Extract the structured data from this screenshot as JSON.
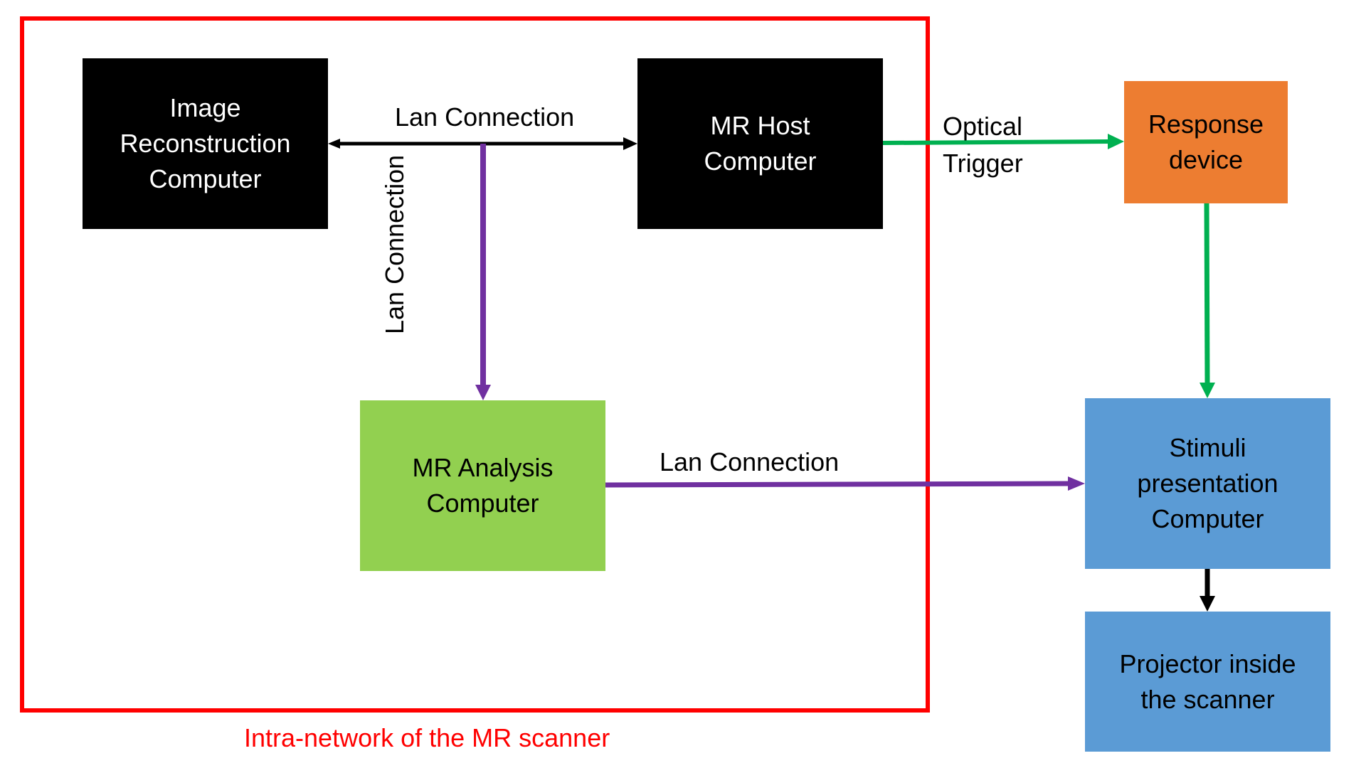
{
  "diagram": {
    "type": "block-diagram",
    "group": {
      "label": "Intra-network of the MR scanner",
      "color": "#ff0000",
      "contains": [
        "image_reconstruction_computer",
        "mr_host_computer",
        "mr_analysis_computer"
      ]
    },
    "nodes": {
      "image_reconstruction_computer": {
        "label": "Image\nReconstruction\nComputer",
        "fill": "#000000",
        "text_color": "#ffffff"
      },
      "mr_host_computer": {
        "label": "MR Host\nComputer",
        "fill": "#000000",
        "text_color": "#ffffff"
      },
      "mr_analysis_computer": {
        "label": "MR Analysis\nComputer",
        "fill": "#92d050",
        "text_color": "#000000"
      },
      "response_device": {
        "label": "Response\ndevice",
        "fill": "#ed7d31",
        "text_color": "#000000"
      },
      "stimuli_presentation_computer": {
        "label": "Stimuli\npresentation\nComputer",
        "fill": "#5b9bd5",
        "text_color": "#000000"
      },
      "projector_inside_scanner": {
        "label": "Projector inside\nthe scanner",
        "fill": "#5b9bd5",
        "text_color": "#000000"
      }
    },
    "edges": [
      {
        "from": "mr_host_computer",
        "to": "image_reconstruction_computer",
        "label": "Lan Connection",
        "color": "#000000",
        "bidirectional": true
      },
      {
        "from": "lan_bus",
        "to": "mr_analysis_computer",
        "label": "Lan Connection",
        "color": "#7030a0",
        "bidirectional": false
      },
      {
        "from": "mr_analysis_computer",
        "to": "stimuli_presentation_computer",
        "label": "Lan Connection",
        "color": "#7030a0",
        "bidirectional": false
      },
      {
        "from": "mr_host_computer",
        "to": "response_device",
        "label": "Optical\nTrigger",
        "color": "#00b050",
        "bidirectional": false
      },
      {
        "from": "response_device",
        "to": "stimuli_presentation_computer",
        "label": "",
        "color": "#00b050",
        "bidirectional": false
      },
      {
        "from": "stimuli_presentation_computer",
        "to": "projector_inside_scanner",
        "label": "",
        "color": "#000000",
        "bidirectional": false
      }
    ]
  }
}
